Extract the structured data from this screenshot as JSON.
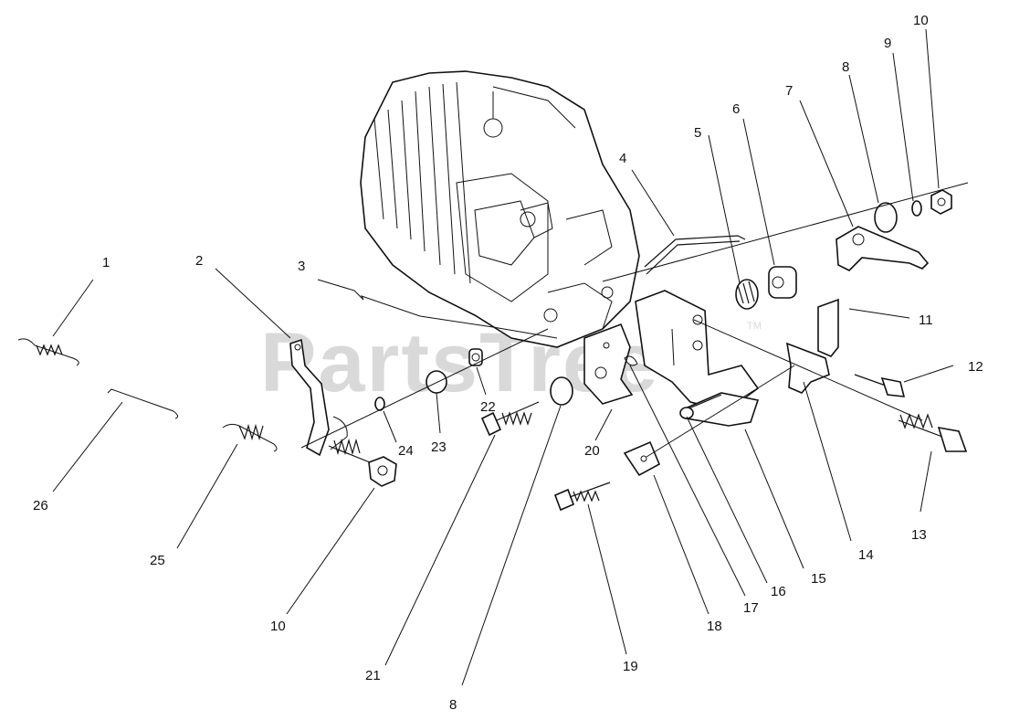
{
  "watermark": {
    "text": "PartsTree",
    "trademark": "TM"
  },
  "callouts": [
    "1",
    "2",
    "3",
    "4",
    "5",
    "6",
    "7",
    "8",
    "9",
    "10",
    "11",
    "12",
    "13",
    "14",
    "15",
    "16",
    "17",
    "18",
    "19",
    "20",
    "21",
    "22",
    "23",
    "24",
    "25",
    "26",
    "10",
    "8"
  ]
}
